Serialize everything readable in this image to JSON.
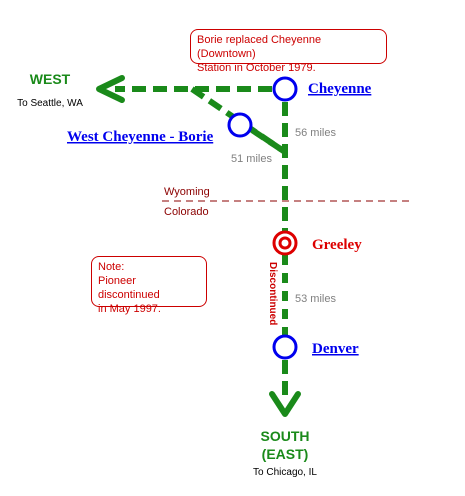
{
  "notes": {
    "borie_line1": "Borie replaced Cheyenne (Downtown)",
    "borie_line2": "Station in October 1979.",
    "pioneer_line1": "Note:",
    "pioneer_line2": "Pioneer discontinued",
    "pioneer_line3": "in May 1997."
  },
  "west": {
    "label": "WEST",
    "sub": "To Seattle, WA"
  },
  "south": {
    "line1": "SOUTH",
    "line2": "(EAST)",
    "sub": "To Chicago, IL"
  },
  "stations": {
    "cheyenne": "Cheyenne",
    "borie": "West Cheyenne - Borie",
    "greeley": "Greeley",
    "denver": "Denver"
  },
  "distances": {
    "cheyenne_junction": "56 miles",
    "borie_junction": "51 miles",
    "greeley_denver": "53 miles"
  },
  "states": {
    "north": "Wyoming",
    "south": "Colorado"
  },
  "discontinued": "Discontinued",
  "colors": {
    "route": "#1a8a1a",
    "station": "#0000ee",
    "closed": "#dd0000",
    "note": "#cc0000",
    "border": "#8b0000"
  }
}
